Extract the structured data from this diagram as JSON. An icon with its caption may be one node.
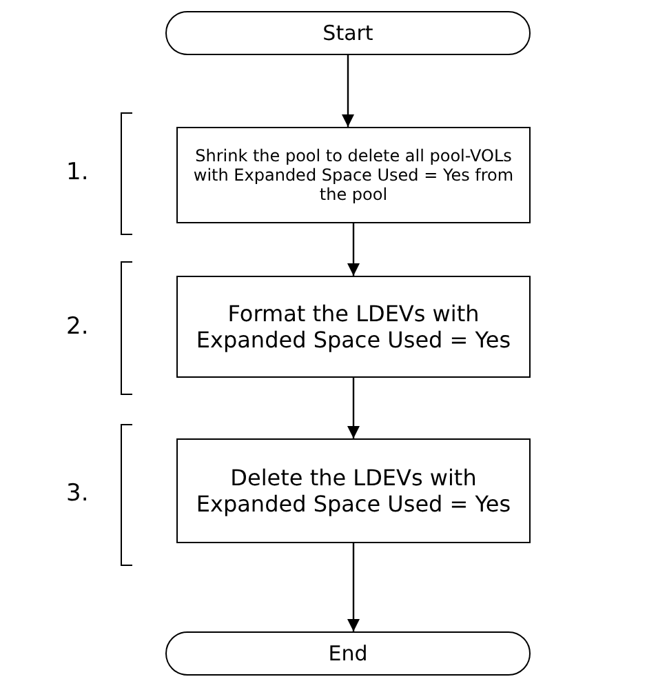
{
  "diagram": {
    "nodes": [
      {
        "text": [
          "Start"
        ]
      },
      {
        "text": [
          "Shrink the pool to delete all pool-VOLs with Expanded Space Used = Yes from the pool"
        ]
      },
      {
        "text": [
          "Format the LDEVs with Expanded Space Used = Yes"
        ]
      },
      {
        "text": [
          "Delete the LDEVs with Expanded Space Used = Yes"
        ]
      },
      {
        "text": [
          "End"
        ]
      }
    ],
    "edges": [
      {
        "from": 0,
        "to": 1,
        "arrow": "to"
      },
      {
        "from": 1,
        "to": 2,
        "arrow": "to"
      },
      {
        "from": 2,
        "to": 3,
        "arrow": "to"
      },
      {
        "from": 3,
        "to": 4,
        "arrow": "to"
      }
    ],
    "labels": [
      "1.",
      "2.",
      "3."
    ]
  }
}
